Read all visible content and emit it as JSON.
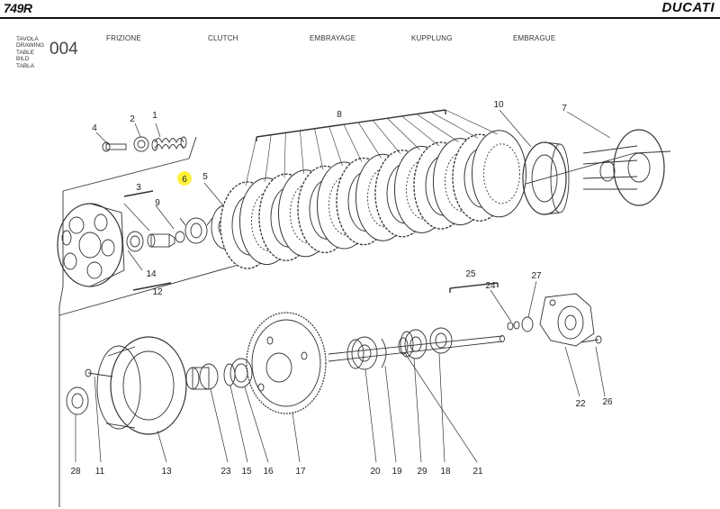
{
  "header": {
    "model": "749R",
    "brand": "DUCATI",
    "table_labels": [
      "TAVOLA",
      "DRAWING",
      "TABLE",
      "BILD",
      "TABLA"
    ],
    "table_number": "004",
    "titles": {
      "it": "FRIZIONE",
      "en": "CLUTCH",
      "fr": "EMBRAYAGE",
      "de": "KUPPLUNG",
      "es": "EMBRAGUE"
    }
  },
  "diagram": {
    "callouts": {
      "c1": "1",
      "c2": "2",
      "c3": "3",
      "c4": "4",
      "c5": "5",
      "c6": "6",
      "c7": "7",
      "c8": "8",
      "c9": "9",
      "c10": "10",
      "c11": "11",
      "c12": "12",
      "c13": "13",
      "c14": "14",
      "c15": "15",
      "c16": "16",
      "c17": "17",
      "c18": "18",
      "c19": "19",
      "c20": "20",
      "c21": "21",
      "c22": "22",
      "c23": "23",
      "c24": "24",
      "c25": "25",
      "c26": "26",
      "c27": "27",
      "c28": "28",
      "c29": "29"
    },
    "highlighted_callout": "6",
    "highlight_color": "#fff23a",
    "line_color": "#333333"
  }
}
